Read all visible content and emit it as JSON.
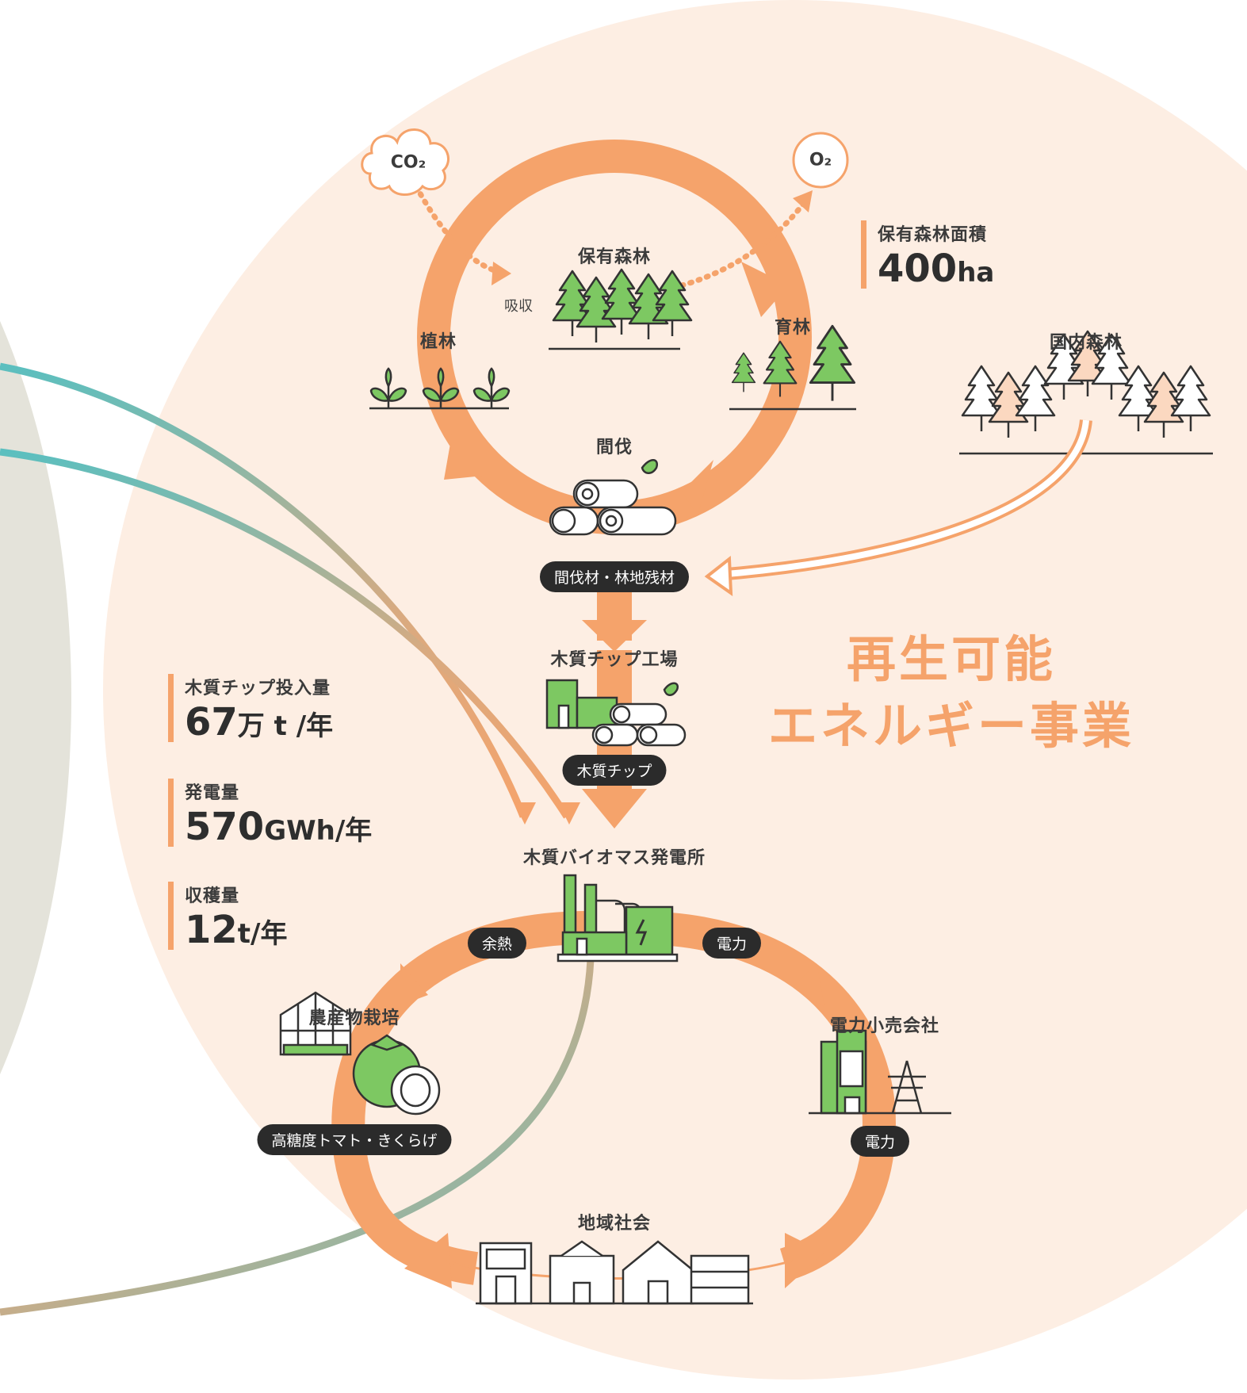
{
  "title": {
    "line1": "再生可能",
    "line2": "エネルギー事業"
  },
  "gases": {
    "co2": "CO₂",
    "o2": "O₂"
  },
  "absorb": "吸収",
  "forest_cycle": {
    "owned_forest": "保有森林",
    "planting": "植林",
    "nurturing": "育林",
    "thinning": "間伐"
  },
  "domestic_forest": "国内森林",
  "materials": {
    "thinned_wood": "間伐材・林地残材",
    "chip_factory": "木質チップ工場",
    "wood_chip": "木質チップ",
    "power_plant": "木質バイオマス発電所"
  },
  "outputs": {
    "waste_heat": "余熱",
    "electricity": "電力",
    "agriculture": "農産物栽培",
    "produce": "高糖度トマト・きくらげ",
    "retailer": "電力小売会社",
    "retailer_electricity": "電力",
    "community": "地域社会"
  },
  "stats": {
    "forest_area": {
      "label": "保有森林面積",
      "value": "400",
      "unit": "ha"
    },
    "chip_input": {
      "label": "木質チップ投入量",
      "value": "67",
      "unit": "万 t /年"
    },
    "generation": {
      "label": "発電量",
      "value": "570",
      "unit": "GWh/年"
    },
    "harvest": {
      "label": "収穫量",
      "value": "12",
      "unit": "t/年"
    }
  },
  "colors": {
    "accent": "#f5a36b",
    "background_circle": "#fdeee3",
    "left_circle": "#e4e3da",
    "icon_green": "#7dc862",
    "teal": "#5bbfbf",
    "dark": "#2b2b2b"
  },
  "icons": [
    "cloud-icon",
    "tree-icon",
    "sprout-icon",
    "log-icon",
    "factory-icon",
    "power-plant-icon",
    "greenhouse-icon",
    "tomato-icon",
    "building-icon",
    "pylon-icon",
    "house-icon",
    "school-icon"
  ]
}
